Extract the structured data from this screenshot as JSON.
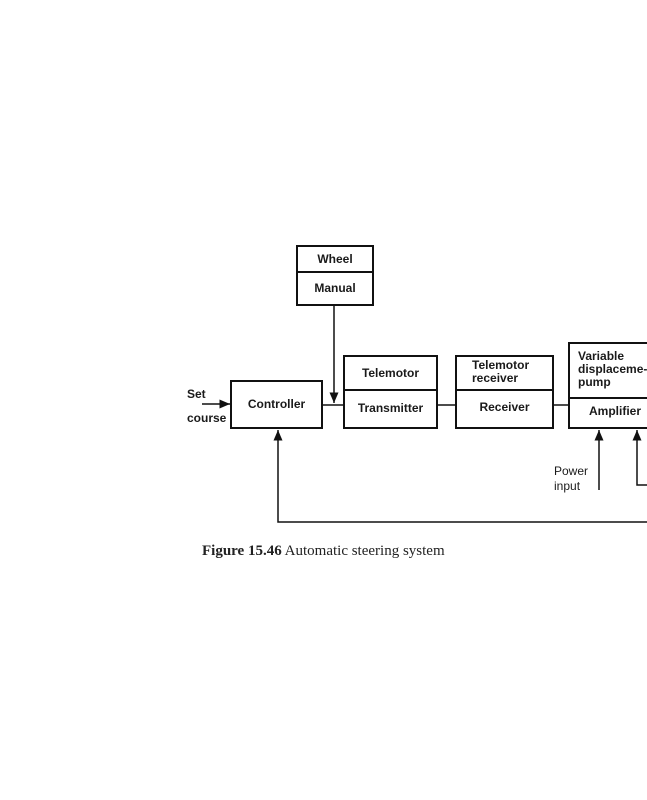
{
  "diagram": {
    "input_label_line1": "Set",
    "input_label_line2": "course",
    "blocks": {
      "wheel": {
        "top": "Wheel",
        "bottom": "Manual"
      },
      "controller": {
        "label": "Controller"
      },
      "telemotor": {
        "top": "Telemotor",
        "bottom": "Transmitter"
      },
      "telemotor_receiver": {
        "top": "Telemotor receiver",
        "bottom": "Receiver"
      },
      "pump": {
        "top": "Variable displaceme- pump",
        "bottom": "Amplifier"
      }
    },
    "power_input_line1": "Power",
    "power_input_line2": "input"
  },
  "caption": {
    "number": "Figure 15.46",
    "text": "Automatic steering system"
  }
}
